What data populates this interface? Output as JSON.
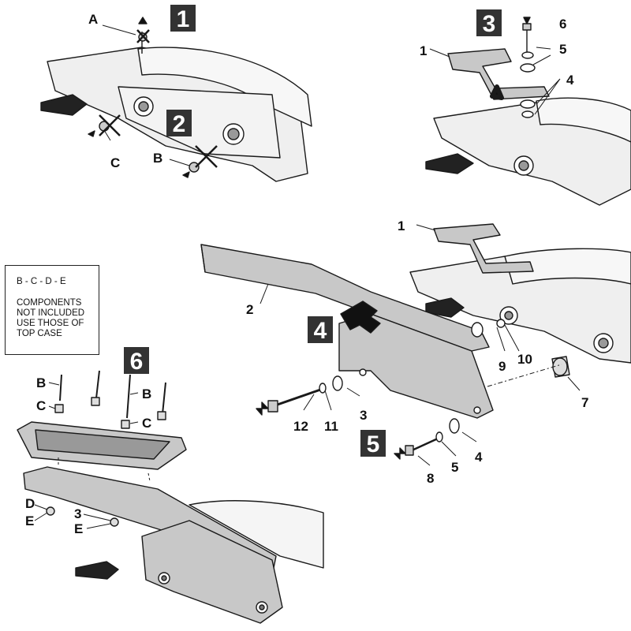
{
  "steps": [
    "1",
    "2",
    "3",
    "4",
    "5",
    "6"
  ],
  "note": {
    "title": "B - C - D - E",
    "body_lines": [
      "COMPONENTS",
      "NOT INCLUDED",
      "USE THOSE OF",
      "TOP CASE"
    ]
  },
  "labels": {
    "a": "A",
    "b": "B",
    "c": "C",
    "d": "D",
    "e": "E",
    "n1": "1",
    "n2": "2",
    "n3": "3",
    "n4": "4",
    "n5": "5",
    "n6": "6",
    "n7": "7",
    "n8": "8",
    "n9": "9",
    "n10": "10",
    "n11": "11",
    "n12": "12"
  },
  "colors": {
    "part_fill": "#c8c8c8",
    "step_box": "#333333",
    "line": "#1a1a1a"
  }
}
